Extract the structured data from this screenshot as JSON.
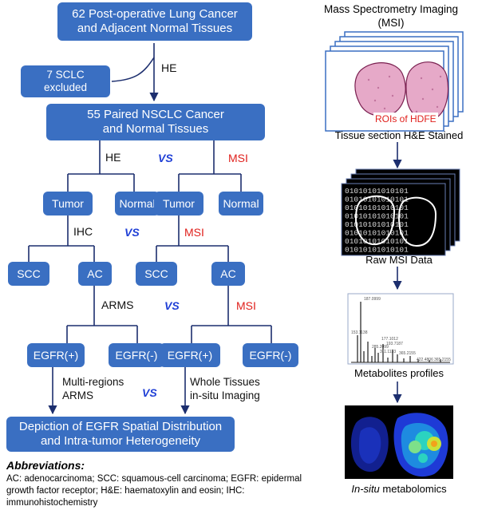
{
  "left_flow": {
    "top_box": "62 Post-operative Lung Cancer\nand Adjacent Normal Tissues",
    "excluded_box": "7 SCLC\nexcluded",
    "he_label_1": "HE",
    "paired_box": "55 Paired NSCLC Cancer\nand Normal Tissues",
    "he_label_2": "HE",
    "vs": "VS",
    "msi_label": "MSI",
    "tumor": "Tumor",
    "normal": "Normal",
    "ihc_label": "IHC",
    "scc": "SCC",
    "ac": "AC",
    "arms_label": "ARMS",
    "egfr_pos": "EGFR(+)",
    "egfr_neg": "EGFR(-)",
    "multi_regions": "Multi-regions\nARMS",
    "whole_tissues": "Whole Tissues\nin-situ Imaging",
    "result_box": "Depiction of EGFR Spatial Distribution\nand Intra-tumor Heterogeneity"
  },
  "abbreviations": {
    "title": "Abbreviations:",
    "text": "AC: adenocarcinoma; SCC: squamous-cell carcinoma; EGFR: epidermal growth factor receptor; H&E: haematoxylin and eosin; IHC: immunohistochemistry"
  },
  "right_flow": {
    "title": "Mass Spectrometry Imaging\n(MSI)",
    "roi_label": "ROIs of HDFE",
    "stain_caption": "Tissue section H&E Stained",
    "raw_caption": "Raw MSI Data",
    "binary_text": "01010101010101",
    "profiles_caption": "Metabolites profiles",
    "spectrum_peaks": [
      "187.0999",
      "177.1012",
      "153.1138",
      "193.7187",
      "285.2099",
      "311.1133",
      "365.2155",
      "422.4806",
      "365.2155"
    ],
    "insitu_caption_italic": "In-situ",
    "insitu_caption_rest": " metabolomics"
  },
  "colors": {
    "box_blue": "#3a6fc2",
    "arrow_navy": "#1c2e6e",
    "vs_blue": "#1f3fd6",
    "msi_red": "#e0201c"
  }
}
